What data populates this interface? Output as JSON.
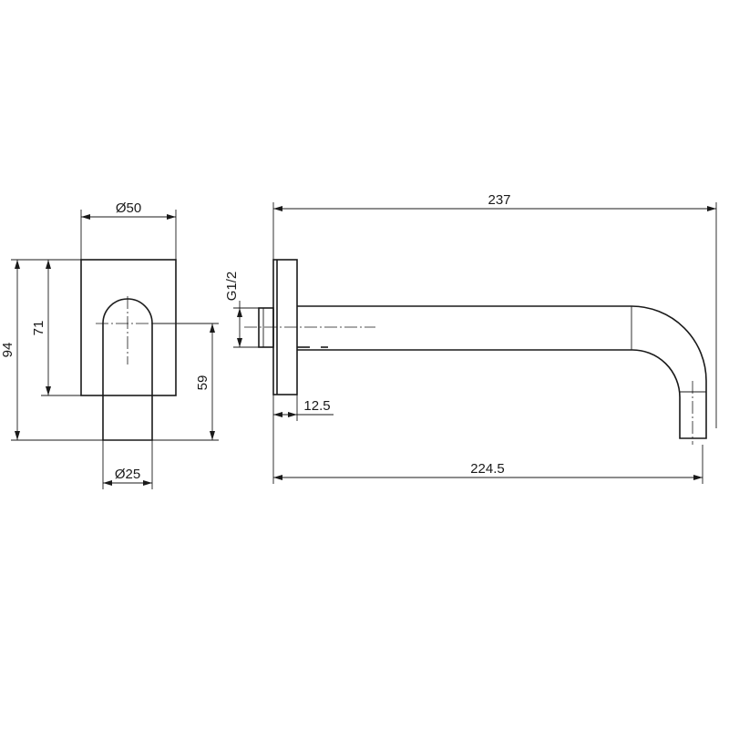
{
  "dimensions": {
    "front_width": "Ø50",
    "front_total_height": "94",
    "front_body_height": "71",
    "front_outlet_height": "59",
    "front_outlet_diameter": "Ø25",
    "side_total_length": "237",
    "side_thread": "G1/2",
    "side_flange_depth": "12.5",
    "side_outlet_reach": "224.5"
  }
}
